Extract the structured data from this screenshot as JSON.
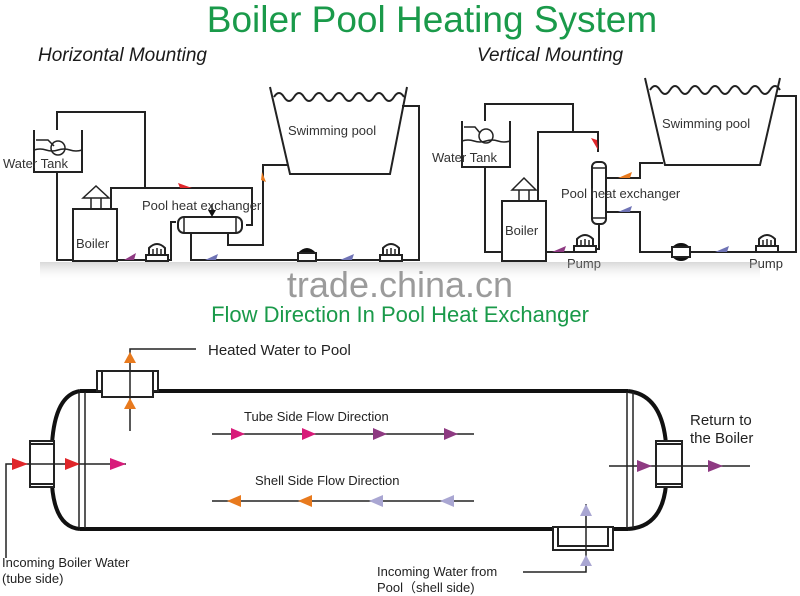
{
  "title": "Boiler Pool Heating System",
  "sections": {
    "horizontal": {
      "heading": "Horizontal Mounting",
      "labels": {
        "water_tank": "Water Tank",
        "boiler": "Boiler",
        "heat_exchanger": "Pool heat exchanger",
        "pool": "Swimming pool"
      }
    },
    "vertical": {
      "heading": "Vertical Mounting",
      "labels": {
        "water_tank": "Water Tank",
        "boiler": "Boiler",
        "heat_exchanger": "Pool heat exchanger",
        "pool": "Swimming pool",
        "pump_1": "Pump",
        "pump_2": "Pump"
      }
    }
  },
  "watermark": "trade.china.cn",
  "flow": {
    "heading": "Flow Direction  In Pool Heat Exchanger",
    "heated_water": "Heated Water to Pool",
    "tube_side": "Tube Side  Flow  Direction",
    "shell_side": "Shell Side Flow Direction",
    "return_line1": "Return to",
    "return_line2": "the  Boiler",
    "incoming_boiler_line1": "Incoming Boiler Water",
    "incoming_boiler_line2": "(tube side)",
    "incoming_pool_line1": "Incoming Water from",
    "incoming_pool_line2": "Pool（shell side)"
  },
  "colors": {
    "title_green": "#1a9a4a",
    "hot_red": "#e0262a",
    "magenta": "#d81b7a",
    "purple": "#8e3a82",
    "orange": "#e87a1e",
    "lavender": "#a9a6d2",
    "blue_gray": "#6f73b5"
  }
}
